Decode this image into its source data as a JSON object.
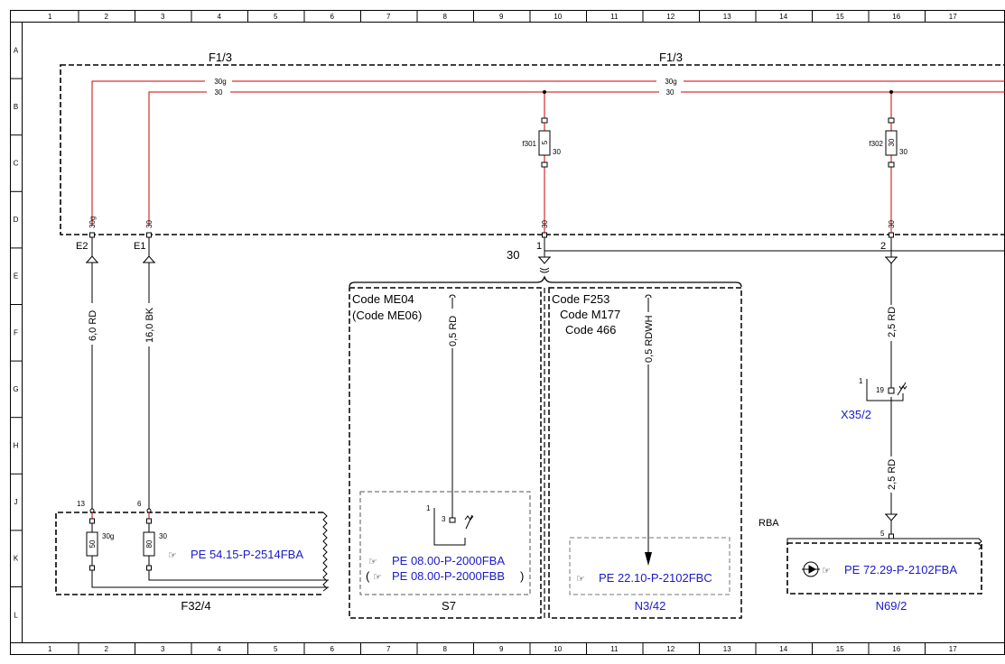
{
  "frame": {
    "columns": [
      "1",
      "2",
      "3",
      "4",
      "5",
      "6",
      "7",
      "8",
      "9",
      "10",
      "11",
      "12",
      "13",
      "14",
      "15",
      "16",
      "17"
    ],
    "rows": [
      "A",
      "B",
      "C",
      "D",
      "E",
      "F",
      "G",
      "H",
      "J",
      "K",
      "L"
    ]
  },
  "fusebox": {
    "label_left": "F1/3",
    "label_right": "F1/3",
    "bus_upper_tag": "30g",
    "bus_lower_tag": "30",
    "fuse_f301": {
      "name": "f301",
      "rating": "5",
      "terminal": "30",
      "bottom_pin": "30"
    },
    "fuse_f302": {
      "name": "f302",
      "rating": "30",
      "terminal": "30",
      "bottom_pin": "30"
    },
    "pin_30g": "30g",
    "pin_30": "30"
  },
  "connectors": {
    "e2": "E2",
    "e1": "E1",
    "node1": "1",
    "node2": "2",
    "line30": "30",
    "rba": "RBA",
    "k5": "5"
  },
  "wires": {
    "w1": "6,0 RD",
    "w2": "16,0 BK",
    "w3": "0,5 RD",
    "w4": "0,5 RDWH",
    "w5": "2,5 RD",
    "w6": "2,5 RD"
  },
  "code_box_left": {
    "line1": "Code ME04",
    "line2": "(Code ME06)"
  },
  "code_box_right": {
    "line1": "Code F253",
    "line2": "Code M177",
    "line3": "Code 466"
  },
  "f32": {
    "pin13": "13",
    "pin6": "6",
    "fuse_a_rating": "50",
    "fuse_a_tag": "30g",
    "fuse_b_rating": "80",
    "fuse_b_tag": "30",
    "link": "PE 54.15-P-2514FBA",
    "label": "F32/4"
  },
  "s7": {
    "pin1": "1",
    "pin3": "3",
    "link1": "PE 08.00-P-2000FBA",
    "link2_open": "(",
    "link2": "PE 08.00-P-2000FBB",
    "link2_close": ")",
    "label": "S7"
  },
  "n342": {
    "link": "PE 22.10-P-2102FBC",
    "label": "N3/42"
  },
  "x352": {
    "pin1": "1",
    "pin19": "19",
    "label": "X35/2"
  },
  "n692": {
    "link": "PE 72.29-P-2102FBA",
    "label": "N69/2"
  },
  "colors": {
    "wire_red": "#cc0000",
    "link_blue": "#1a1acc",
    "gray_box": "#777777"
  },
  "icons": [
    "hand-pointer-icon",
    "pump-symbol-icon",
    "switch-symbol-icon",
    "resistor-symbol-icon",
    "ground-triangle-icon"
  ]
}
